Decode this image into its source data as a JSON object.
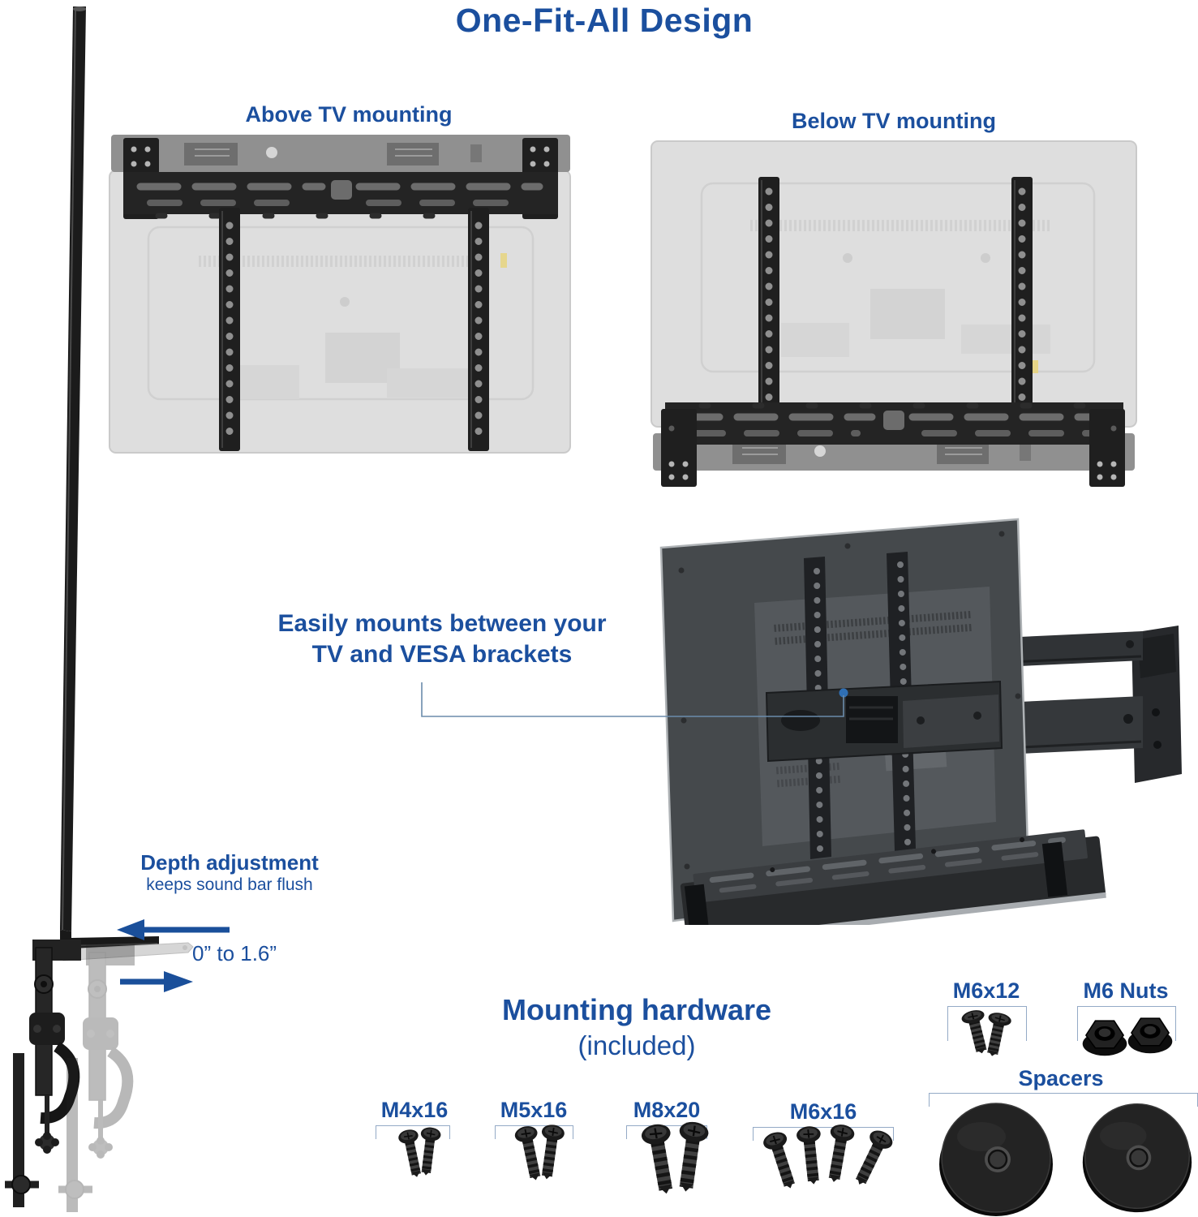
{
  "title": "One-Fit-All Design",
  "colors": {
    "accent": "#1b4f9e",
    "arrow": "#1a4f9a",
    "callout": "#6b8cab",
    "callout_dot": "#2f6fb4"
  },
  "above_tv": {
    "label": "Above TV mounting"
  },
  "below_tv": {
    "label": "Below TV mounting"
  },
  "vesa_note": {
    "line1": "Easily mounts between your",
    "line2": "TV and VESA brackets"
  },
  "depth": {
    "title": "Depth adjustment",
    "subtitle": "keeps sound bar flush",
    "range": "0” to 1.6”"
  },
  "hardware": {
    "title": "Mounting hardware",
    "subtitle": "(included)",
    "items": [
      {
        "label": "M6x12",
        "qty": 2,
        "type": "screw"
      },
      {
        "label": "M6 Nuts",
        "qty": 2,
        "type": "nut"
      },
      {
        "label": "M4x16",
        "qty": 2,
        "type": "screw"
      },
      {
        "label": "M5x16",
        "qty": 2,
        "type": "screw"
      },
      {
        "label": "M8x20",
        "qty": 2,
        "type": "screw"
      },
      {
        "label": "M6x16",
        "qty": 4,
        "type": "screw"
      },
      {
        "label": "Spacers",
        "qty": 2,
        "type": "spacer"
      }
    ]
  }
}
